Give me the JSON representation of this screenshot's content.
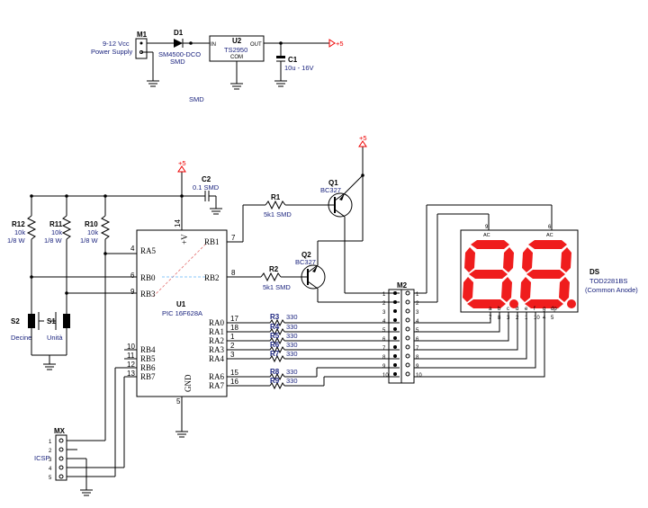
{
  "power": {
    "M1": {
      "ref": "M1",
      "label1": "9-12 Vcc",
      "label2": "Power Supply"
    },
    "D1": {
      "ref": "D1",
      "value1": "SM4500-DCO",
      "value2": "SMD"
    },
    "U2": {
      "ref": "U2",
      "value": "TS2950",
      "pin_in": "IN",
      "pin_out": "OUT",
      "pin_com": "COM"
    },
    "C1": {
      "ref": "C1",
      "value": "10u - 16V"
    },
    "rail": "+5",
    "note": "SMD"
  },
  "mcu": {
    "ref": "U1",
    "value": "PIC 16F628A",
    "vplus": "+V",
    "gnd": "GND",
    "pins_left": [
      {
        "num": "4",
        "name": "RA5"
      },
      {
        "num": "6",
        "name": "RB0"
      },
      {
        "num": "9",
        "name": "RB3"
      },
      {
        "num": "10",
        "name": "RB4"
      },
      {
        "num": "11",
        "name": "RB5"
      },
      {
        "num": "12",
        "name": "RB6"
      },
      {
        "num": "13",
        "name": "RB7"
      }
    ],
    "pins_right": [
      {
        "num": "7",
        "name": "RB1"
      },
      {
        "num": "8",
        "name": "RB2"
      },
      {
        "num": "17",
        "name": "RA0"
      },
      {
        "num": "18",
        "name": "RA1"
      },
      {
        "num": "1",
        "name": "RA2"
      },
      {
        "num": "2",
        "name": "RA3"
      },
      {
        "num": "3",
        "name": "RA4"
      },
      {
        "num": "15",
        "name": "RA6"
      },
      {
        "num": "16",
        "name": "RA7"
      }
    ],
    "pin_vdd": "14",
    "pin_gnd": "5"
  },
  "C2": {
    "ref": "C2",
    "value": "0.1 SMD"
  },
  "pullups": [
    {
      "ref": "R12",
      "v1": "10k",
      "v2": "1/8 W"
    },
    {
      "ref": "R11",
      "v1": "10k",
      "v2": "1/8 W"
    },
    {
      "ref": "R10",
      "v1": "10k",
      "v2": "1/8 W"
    }
  ],
  "switches": [
    {
      "ref": "S2",
      "label": "Decine"
    },
    {
      "ref": "S1",
      "label": "Unità"
    }
  ],
  "base_resistors": [
    {
      "ref": "R1",
      "value": "5k1 SMD"
    },
    {
      "ref": "R2",
      "value": "5k1 SMD"
    }
  ],
  "transistors": [
    {
      "ref": "Q1",
      "value": "BC327"
    },
    {
      "ref": "Q2",
      "value": "BC327"
    }
  ],
  "segment_resistors": [
    {
      "ref": "R3",
      "value": "330"
    },
    {
      "ref": "R4",
      "value": "330"
    },
    {
      "ref": "R5",
      "value": "330"
    },
    {
      "ref": "R6",
      "value": "330"
    },
    {
      "ref": "R7",
      "value": "330"
    },
    {
      "ref": "R8",
      "value": "330"
    },
    {
      "ref": "R9",
      "value": "330"
    }
  ],
  "M2": {
    "ref": "M2",
    "pins": [
      "1",
      "2",
      "3",
      "4",
      "5",
      "6",
      "7",
      "8",
      "9",
      "10"
    ]
  },
  "display": {
    "ref": "DS",
    "value": "TOD2281BS",
    "note": "(Common Anode)",
    "ac_pins": [
      "9",
      "6"
    ],
    "ac_label": "AC",
    "seg_names": [
      "a",
      "b",
      "c",
      "d",
      "e",
      "f",
      "g",
      "dp"
    ],
    "seg_pins": [
      "7",
      "8",
      "3",
      "2",
      "1",
      "10",
      "4",
      "5"
    ]
  },
  "icsp": {
    "ref": "MX",
    "label": "ICSP",
    "pins": [
      "1",
      "2",
      "3",
      "4",
      "5"
    ]
  }
}
